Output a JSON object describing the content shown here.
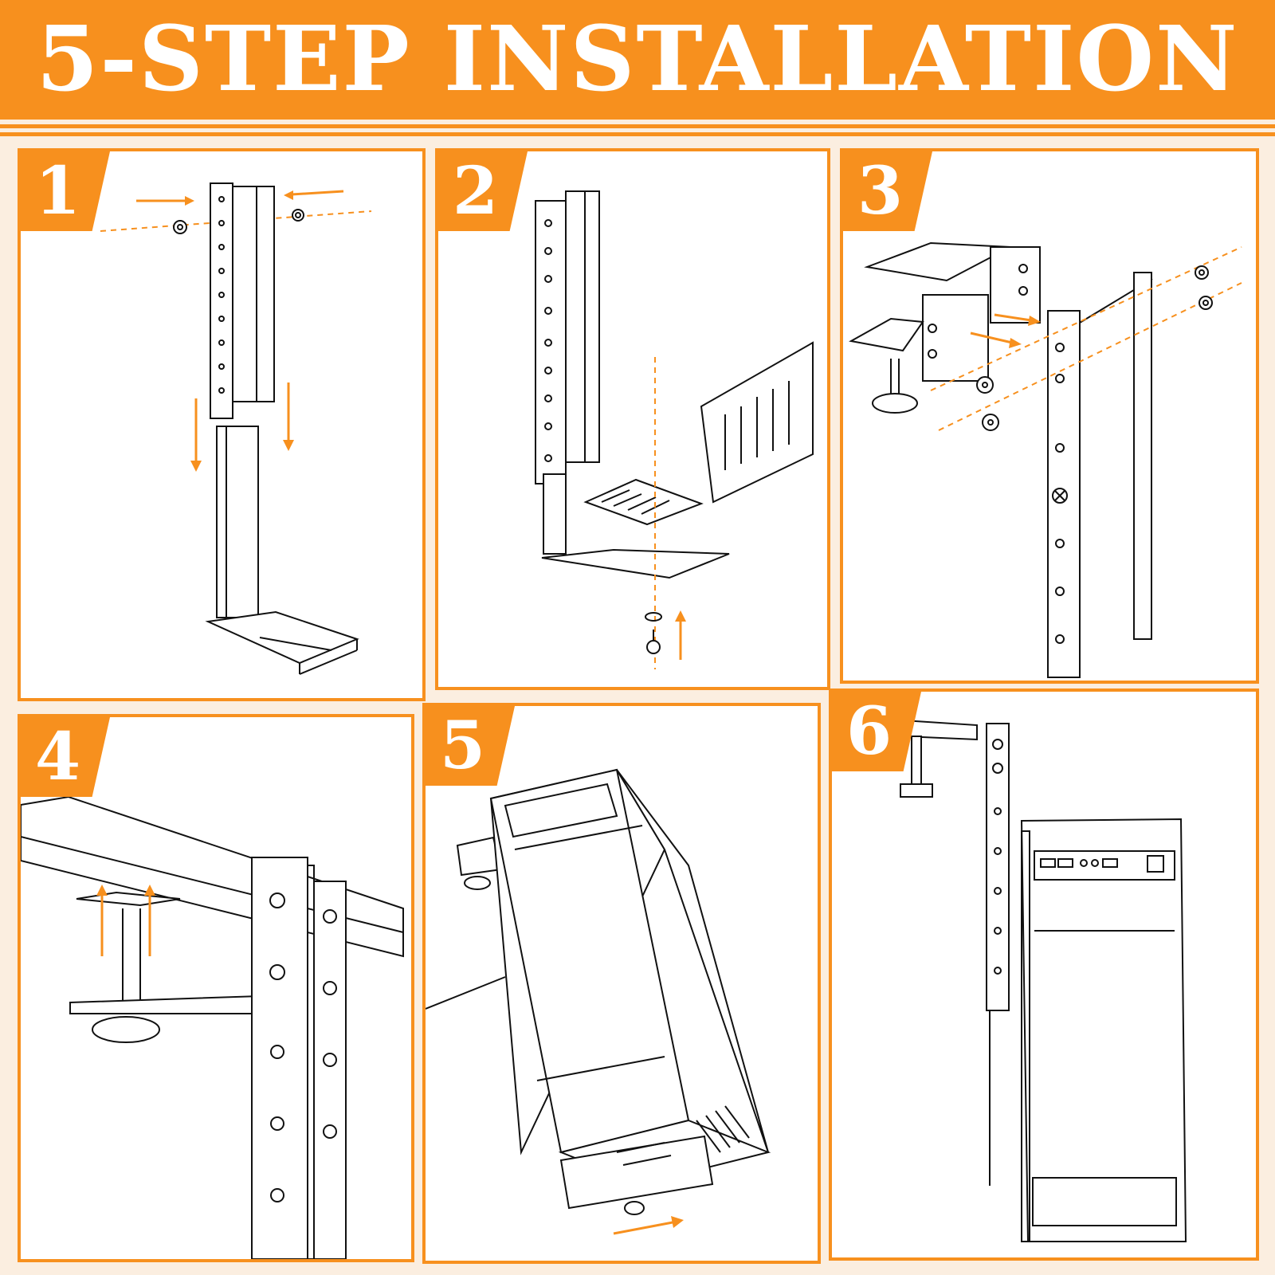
{
  "header": {
    "title": "5-STEP INSTALLATION"
  },
  "steps": [
    {
      "number": "1",
      "illustration": "assemble-two-rail-sections"
    },
    {
      "number": "2",
      "illustration": "attach-tray-with-screw"
    },
    {
      "number": "3",
      "illustration": "mount-clamp-bracket"
    },
    {
      "number": "4",
      "illustration": "clamp-to-desk-edge"
    },
    {
      "number": "5",
      "illustration": "insert-computer-case"
    },
    {
      "number": "6",
      "illustration": "finished-installation"
    }
  ],
  "colors": {
    "accent": "#f7901e",
    "line": "#111111",
    "background": "#fbeee0",
    "panel": "#ffffff"
  }
}
